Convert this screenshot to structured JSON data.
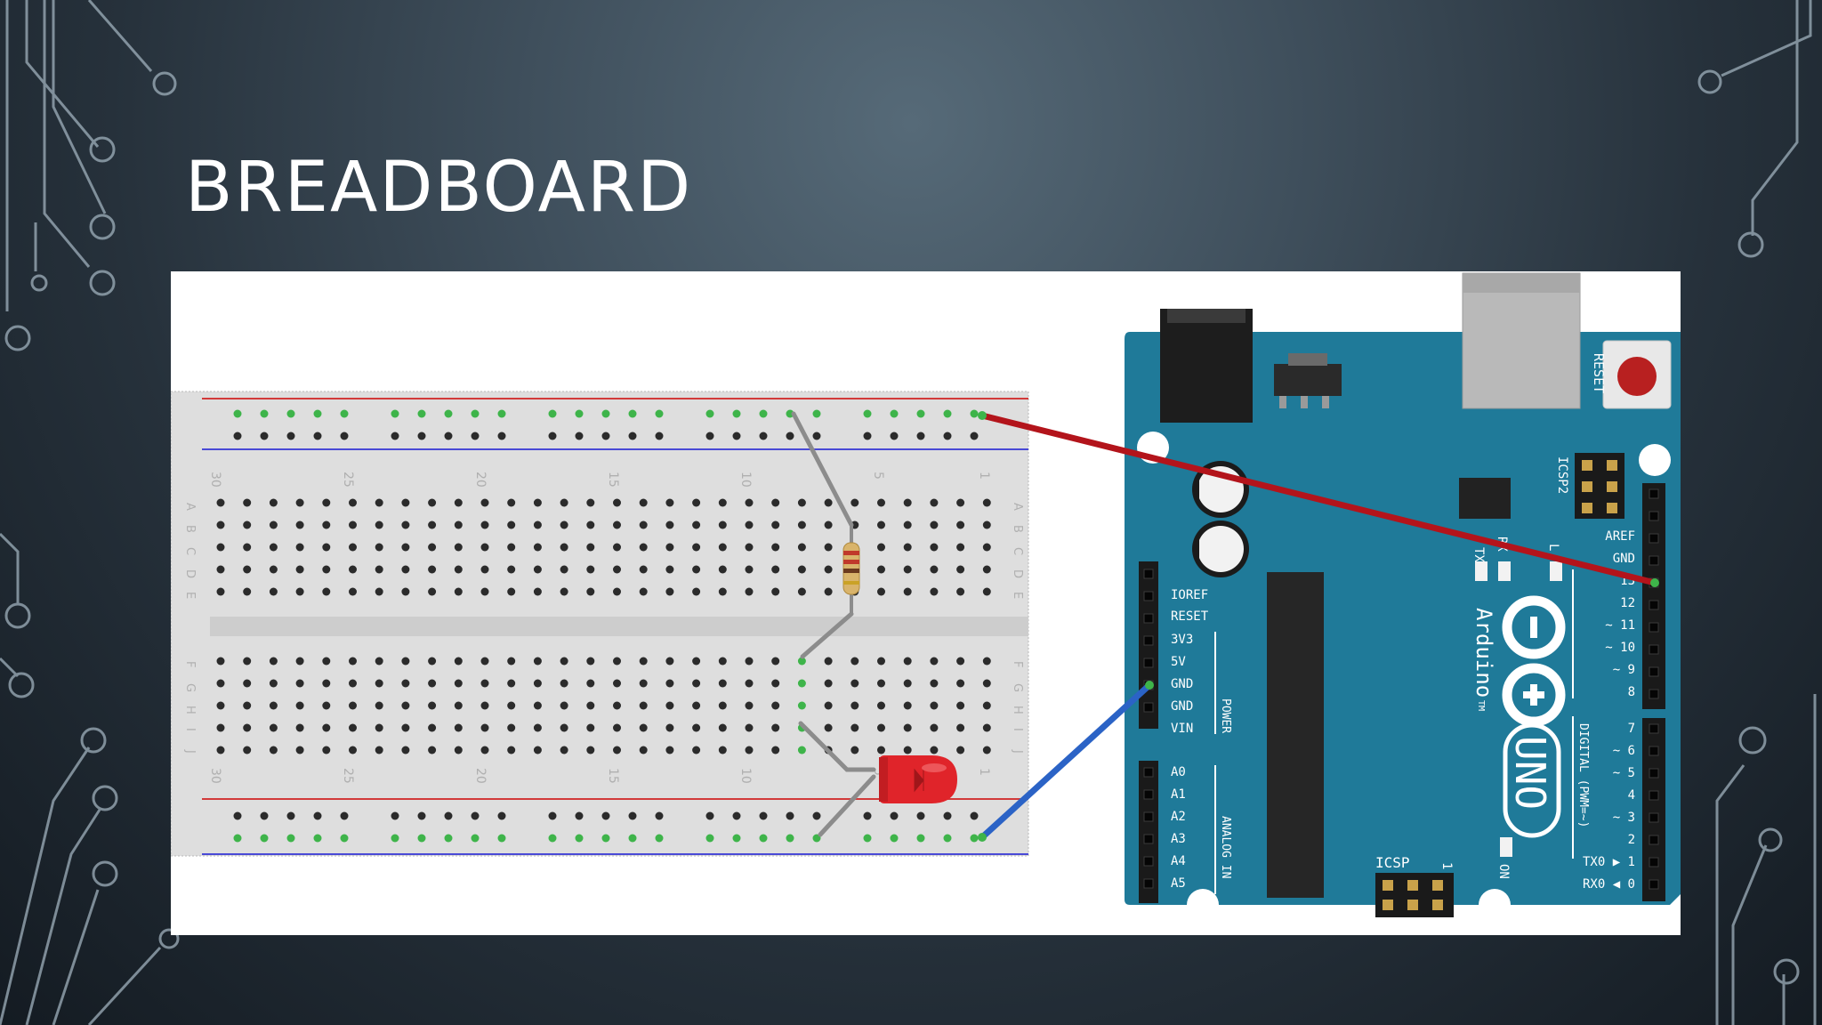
{
  "slide": {
    "title": "BREADBOARD"
  },
  "breadboard": {
    "column_numbers": [
      "30",
      "25",
      "20",
      "15",
      "10",
      "5",
      "1"
    ],
    "row_letters_top": [
      "A",
      "B",
      "C",
      "D",
      "E"
    ],
    "row_letters_bottom": [
      "F",
      "G",
      "H",
      "I",
      "J"
    ]
  },
  "arduino": {
    "logo_text": "Arduino",
    "tm": "TM",
    "model": "UNO",
    "reset_label": "RESET",
    "icsp2_label": "ICSP2",
    "icsp_label": "ICSP",
    "icsp_pin1": "1",
    "on_label": "ON",
    "led_labels": [
      "TX",
      "RX",
      "L"
    ],
    "power_pins": [
      "IOREF",
      "RESET",
      "3V3",
      "5V",
      "GND",
      "GND",
      "VIN"
    ],
    "power_label": "POWER",
    "analog_pins": [
      "A0",
      "A1",
      "A2",
      "A3",
      "A4",
      "A5"
    ],
    "analog_label": "ANALOG IN",
    "digital_top_pins": [
      "AREF",
      "GND",
      "13",
      "12",
      "~ 11",
      "~ 10",
      "~ 9",
      "8"
    ],
    "digital_bottom_pins": [
      "7",
      "~ 6",
      "~ 5",
      "4",
      "~ 3",
      "2",
      "TX0 ▶ 1",
      "RX0 ◀ 0"
    ],
    "digital_label": "DIGITAL (PWM=~)"
  },
  "colors": {
    "board_blue": "#1f7a99",
    "wire_red": "#b3141b",
    "wire_blue": "#2b63c6",
    "wire_gray": "#8c8c8c",
    "led_red": "#e0242a",
    "breadboard_bg": "#dedede",
    "hole_active": "#3eb44a"
  }
}
